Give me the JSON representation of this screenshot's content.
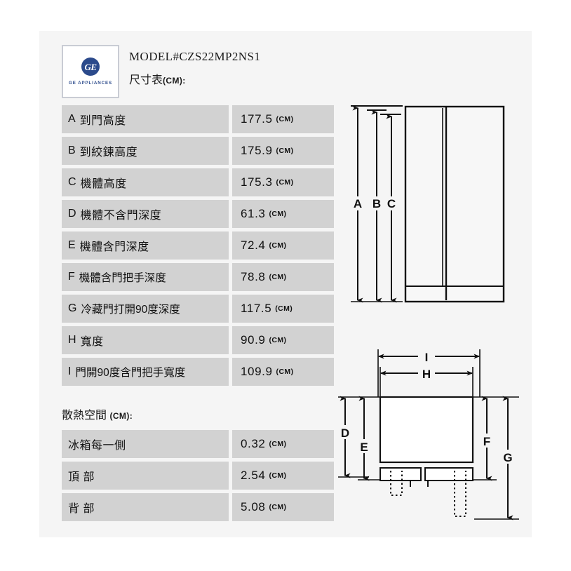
{
  "header": {
    "logo_mark": "ge-monogram",
    "logo_initials": "GE",
    "logo_wordmark": "GE APPLIANCES",
    "model_line": "MODEL#CZS22MP2NS1",
    "table_title_text": "尺寸表",
    "table_title_unit": "(CM):"
  },
  "dimensions_table": {
    "rows": [
      {
        "letter": "A",
        "label": "到門高度",
        "value": "177.5",
        "unit": "(CM)"
      },
      {
        "letter": "B",
        "label": "到絞鍊高度",
        "value": "175.9",
        "unit": "(CM)"
      },
      {
        "letter": "C",
        "label": "機體高度",
        "value": "175.3",
        "unit": "(CM)"
      },
      {
        "letter": "D",
        "label": "機體不含門深度",
        "value": "61.3",
        "unit": "(CM)"
      },
      {
        "letter": "E",
        "label": "機體含門深度",
        "value": "72.4",
        "unit": "(CM)"
      },
      {
        "letter": "F",
        "label": "機體含門把手深度",
        "value": "78.8",
        "unit": "(CM)"
      },
      {
        "letter": "G",
        "label": "冷藏門打開90度深度",
        "value": "117.5",
        "unit": "(CM)"
      },
      {
        "letter": "H",
        "label": "寬度",
        "value": "90.9",
        "unit": "(CM)"
      },
      {
        "letter": "I",
        "label": "門開90度含門把手寬度",
        "value": "109.9",
        "unit": "(CM)"
      }
    ]
  },
  "clearance_section": {
    "heading_text": "散熱空間",
    "heading_unit": "(CM):",
    "rows": [
      {
        "letter": "",
        "label": "冰箱每一側",
        "value": "0.32",
        "unit": "(CM)"
      },
      {
        "letter": "",
        "label": "頂 部",
        "value": "2.54",
        "unit": "(CM)"
      },
      {
        "letter": "",
        "label": "背 部",
        "value": "5.08",
        "unit": "(CM)"
      }
    ]
  },
  "diagrams": {
    "front_view": {
      "name": "front-elevation-diagram",
      "dimension_labels": [
        "A",
        "B",
        "C"
      ]
    },
    "top_view": {
      "name": "top-plan-diagram",
      "dimension_labels": [
        "D",
        "E",
        "F",
        "G",
        "H",
        "I"
      ]
    }
  },
  "colors": {
    "panel_background": "#f5f5f5",
    "page_background": "#ffffff",
    "row_fill": "#d2d2d2",
    "text": "#111111",
    "brand_blue": "#2b4a8b",
    "line": "#1a1a1a"
  }
}
